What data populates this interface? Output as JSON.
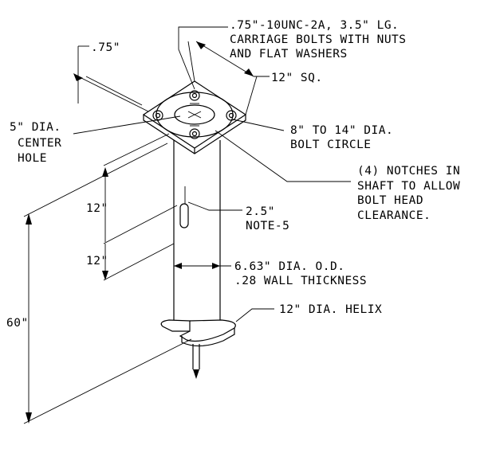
{
  "labels": {
    "bolts_line1": ".75\"-10UNC-2A, 3.5\" LG.",
    "bolts_line2": "CARRIAGE BOLTS WITH NUTS",
    "bolts_line3": "AND FLAT WASHERS",
    "plate_thickness": ".75\"",
    "plate_size": "12\" SQ.",
    "center_hole_line1": "5\" DIA.",
    "center_hole_line2": "CENTER",
    "center_hole_line3": "HOLE",
    "bolt_circle_line1": "8\" TO 14\" DIA.",
    "bolt_circle_line2": "BOLT CIRCLE",
    "notches_line1": "(4) NOTCHES IN",
    "notches_line2": "SHAFT TO ALLOW",
    "notches_line3": "BOLT HEAD",
    "notches_line4": "CLEARANCE.",
    "dim_12_upper": "12\"",
    "dim_12_lower": "12\"",
    "slot_line1": "2.5\"",
    "slot_line2": "NOTE-5",
    "shaft_line1": "6.63\" DIA. O.D.",
    "shaft_line2": ".28 WALL THICKNESS",
    "helix": "12\" DIA. HELIX",
    "overall_length": "60\""
  }
}
